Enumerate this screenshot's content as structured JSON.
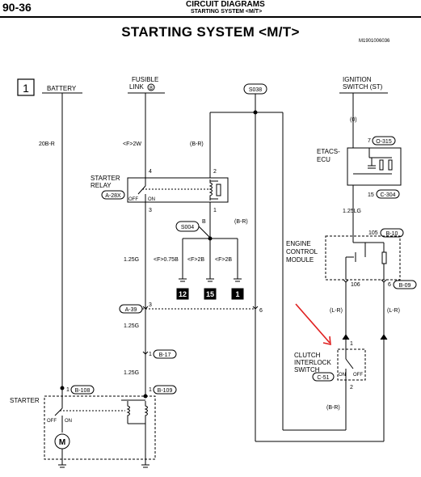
{
  "header": {
    "page_number": "90-36",
    "section": "CIRCUIT DIAGRAMS",
    "subsection": "STARTING SYSTEM <M/T>",
    "line_under": true
  },
  "title": "STARTING SYSTEM <M/T>",
  "drawing_code": "M1901006036",
  "diagram": {
    "sheet_number": "1",
    "labels": {
      "battery": "BATTERY",
      "fusible_link": [
        "FUSIBLE",
        "LINK"
      ],
      "fusible_link_number": "8",
      "ignition_switch": [
        "IGNITION",
        "SWITCH (ST)"
      ],
      "starter_relay": [
        "STARTER",
        "RELAY"
      ],
      "starter": "STARTER",
      "etacs": [
        "ETACS-",
        "ECU"
      ],
      "ecm": [
        "ENGINE",
        "CONTROL",
        "MODULE"
      ],
      "clutch": [
        "CLUTCH",
        "INTERLOCK",
        "SWITCH"
      ],
      "off": "OFF",
      "on": "ON"
    },
    "connectors": {
      "s038": "S038",
      "s004": "S004",
      "a28x": "A-28X",
      "a39": "A-39",
      "b17": "B-17",
      "b108": "B-108",
      "b109": "B-109",
      "o315": "O-315",
      "c304": "C-304",
      "b10": "B-10",
      "b09": "B-09",
      "c51": "C-51"
    },
    "wires": {
      "w20br": "20B-R",
      "f2w": "<F>2W",
      "br1": "(B-R)",
      "br2": "(B-R)",
      "br3": "(B-R)",
      "g125a": "1.25G",
      "g125b": "1.25G",
      "g125c": "1.25G",
      "f075b": "<F>0.75B",
      "f2b1": "<F>2B",
      "f2b2": "<F>2B",
      "b": "B",
      "zero": "(0)",
      "lg": "1.25LG",
      "lr1": "(L-R)",
      "lr2": "(L-R)"
    },
    "terminals": {
      "t4": "4",
      "t3a": "3",
      "t3b": "3",
      "t1a": "1",
      "t1b": "1",
      "t1c": "1",
      "t1d": "1",
      "t2a": "2",
      "t2b": "2",
      "t6a": "6",
      "t6b": "6",
      "t7": "7",
      "t15": "15",
      "t105": "105",
      "t106": "106"
    },
    "refs": [
      "12",
      "15",
      "1"
    ]
  }
}
